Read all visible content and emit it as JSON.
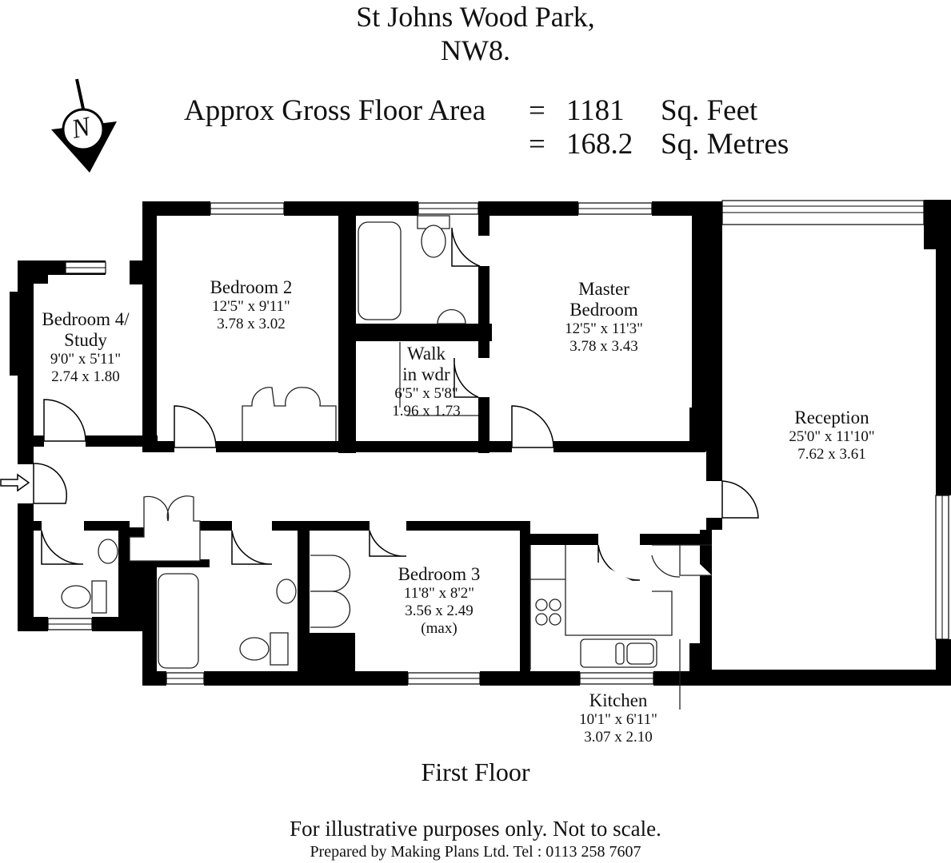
{
  "header": {
    "address_line1": "St Johns Wood Park,",
    "address_line2": "NW8."
  },
  "area": {
    "label": "Approx Gross Floor Area",
    "equals": "=",
    "sq_feet_value": "1181",
    "sq_feet_unit": "Sq. Feet",
    "sq_metres_value": "168.2",
    "sq_metres_unit": "Sq. Metres"
  },
  "compass": {
    "icon": "north-arrow-icon",
    "letter": "N"
  },
  "rooms": {
    "bedroom4": {
      "name_line1": "Bedroom 4/",
      "name_line2": "Study",
      "imperial": "9'0\"  x 5'11\"",
      "metric": "2.74  x  1.80"
    },
    "bedroom2": {
      "name": "Bedroom 2",
      "imperial": "12'5\"  x  9'11\"",
      "metric": "3.78  x  3.02"
    },
    "master": {
      "name_line1": "Master",
      "name_line2": "Bedroom",
      "imperial": "12'5\"  x  11'3\"",
      "metric": "3.78  x  3.43"
    },
    "walkin": {
      "name_line1": "Walk",
      "name_line2": "in wdr",
      "imperial": "6'5\"  x  5'8\"",
      "metric": "1.96  x  1.73"
    },
    "reception": {
      "name": "Reception",
      "imperial": "25'0\"  x 11'10\"",
      "metric": "7.62  x  3.61"
    },
    "bedroom3": {
      "name": "Bedroom 3",
      "imperial": "11'8\"  x  8'2\"",
      "metric": "3.56  x  2.49",
      "note": "(max)"
    },
    "kitchen": {
      "name": "Kitchen",
      "imperial": "10'1\"  x  6'11\"",
      "metric": "3.07  x  2.10"
    }
  },
  "entrance": {
    "icon": "entrance-arrow-icon"
  },
  "footer": {
    "floor_label": "First Floor",
    "disclaimer": "For illustrative purposes only. Not to scale.",
    "prepared_by": "Prepared by Making Plans Ltd. Tel : 0113 258 7607"
  },
  "colors": {
    "wall": "#000000",
    "background": "#ffffff",
    "fixture_line": "#222222"
  }
}
